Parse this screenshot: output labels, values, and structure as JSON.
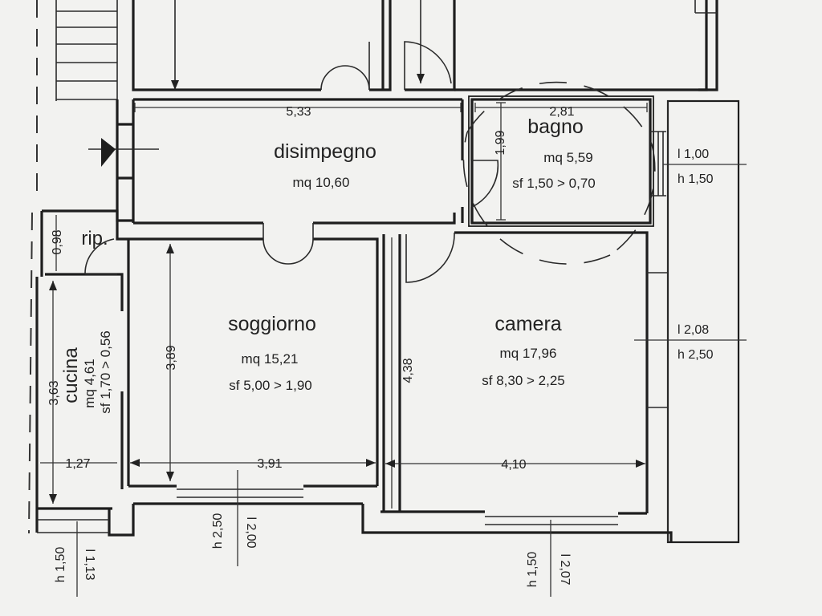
{
  "rooms": {
    "disimpegno": {
      "name": "disimpegno",
      "area": "mq 10,60"
    },
    "bagno": {
      "name": "bagno",
      "area": "mq 5,59",
      "window": "sf 1,50 > 0,70"
    },
    "soggiorno": {
      "name": "soggiorno",
      "area": "mq 15,21",
      "window": "sf 5,00 > 1,90"
    },
    "camera": {
      "name": "camera",
      "area": "mq 17,96",
      "window": "sf 8,30 > 2,25"
    },
    "cucina": {
      "name": "cucina",
      "area": "mq 4,61",
      "window": "sf 1,70 > 0,56"
    },
    "ripostiglio": {
      "name": "rip."
    }
  },
  "dimensions": {
    "disimpegno_width": "5,33",
    "bagno_width": "2,81",
    "bagno_height": "1,99",
    "rip_height": "0,98",
    "soggiorno_height": "3,89",
    "camera_height": "4,38",
    "cucina_height": "3,63",
    "cucina_width": "1,27",
    "soggiorno_width": "3,91",
    "camera_width": "4,10"
  },
  "openings": {
    "bagno_w": "l 1,00",
    "bagno_h": "h 1,50",
    "camera_side_w": "l 2,08",
    "camera_side_h": "h 2,50",
    "soggiorno_w": "l 2,00",
    "soggiorno_h": "h 2,50",
    "camera_bottom_w": "l 2,07",
    "camera_bottom_h": "h 1,50",
    "cucina_w": "l 1,13",
    "cucina_h": "h 1,50"
  }
}
